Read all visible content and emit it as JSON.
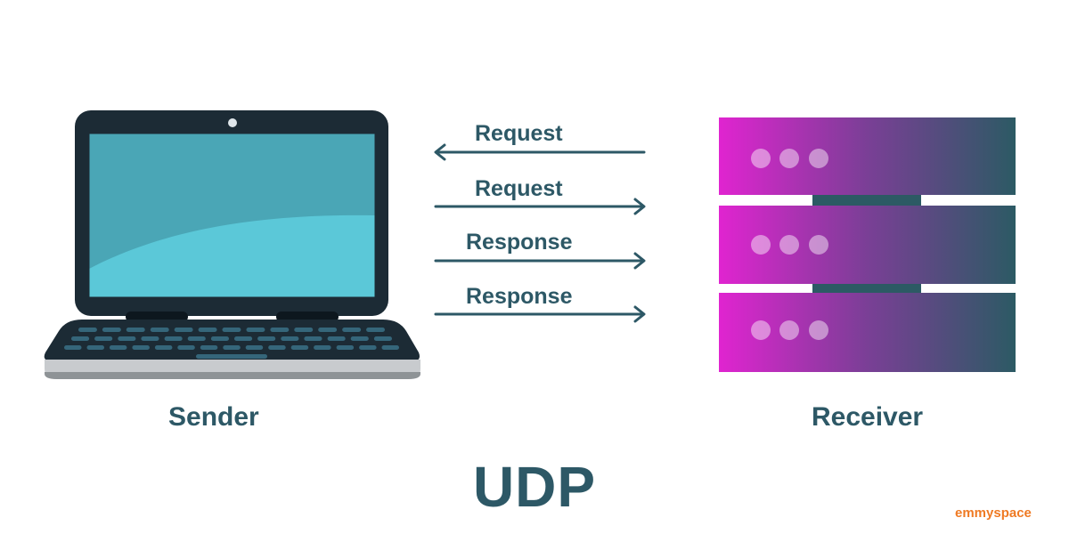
{
  "sender": {
    "label": "Sender"
  },
  "receiver": {
    "label": "Receiver"
  },
  "arrows": [
    {
      "label": "Request",
      "direction": "left"
    },
    {
      "label": "Request",
      "direction": "right"
    },
    {
      "label": "Response",
      "direction": "right"
    },
    {
      "label": "Response",
      "direction": "right"
    }
  ],
  "title": "UDP",
  "watermark": "emmyspace",
  "colors": {
    "text": "#2d5866",
    "watermark": "#ef7a23",
    "server_gradient_start": "#e024d0",
    "server_gradient_mid": "#7a3f96",
    "server_gradient_end": "#2c5a64",
    "laptop_screen": "#5bc8d8",
    "laptop_body": "#1c2b35"
  },
  "icons": {
    "sender": "laptop-icon",
    "receiver": "server-rack-icon"
  }
}
